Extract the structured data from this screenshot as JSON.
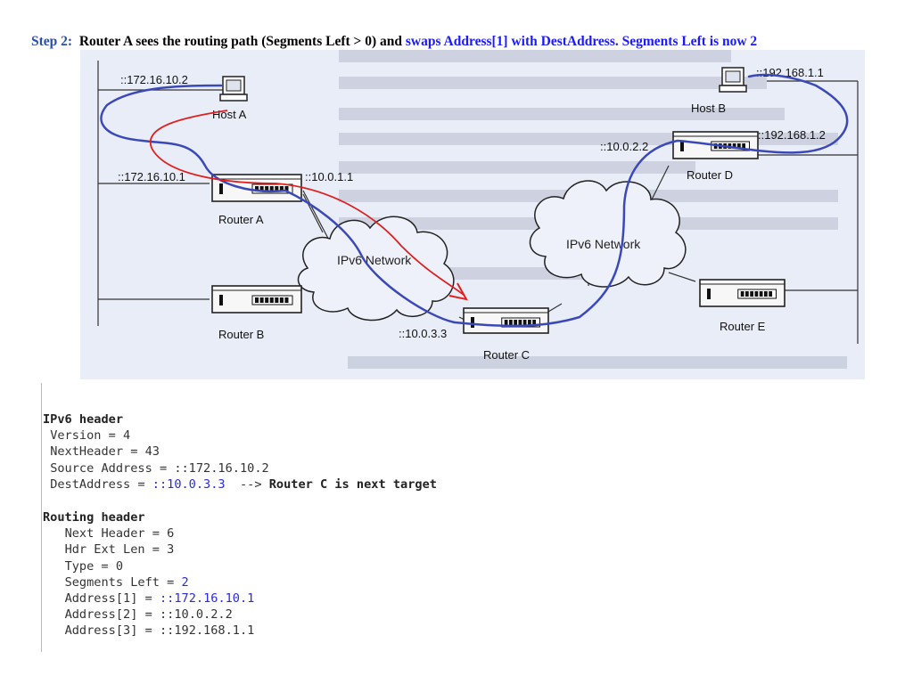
{
  "title": {
    "step": "Step 2:",
    "text": "Router  A  sees the routing path (Segments Left > 0)  and",
    "highlight": "swaps Address[1] with DestAddress. Segments Left is now 2"
  },
  "diagram": {
    "hosts": [
      {
        "name": "Host A",
        "address": "::172.16.10.2"
      },
      {
        "name": "Host B",
        "address": "::192.168.1.1"
      }
    ],
    "routers": [
      {
        "name": "Router A",
        "addresses": [
          "::172.16.10.1",
          "::10.0.1.1"
        ]
      },
      {
        "name": "Router B",
        "addresses": []
      },
      {
        "name": "Router C",
        "addresses": [
          "::10.0.3.3"
        ]
      },
      {
        "name": "Router D",
        "addresses": [
          "::10.0.2.2",
          "::192.168.1.2"
        ]
      },
      {
        "name": "Router E",
        "addresses": []
      }
    ],
    "clouds": [
      "IPv6 Network",
      "IPv6 Network"
    ],
    "colors": {
      "routing_path": "#3b49b8",
      "next_hop_arrow": "#e02020",
      "page_bg": "#e9edf7"
    }
  },
  "ipv6_header": {
    "title": "IPv6 header",
    "version": "Version = 4",
    "next_header": "NextHeader = 43",
    "source": "Source Address = ::172.16.10.2",
    "dest_label": "DestAddress = ",
    "dest_value": "::10.0.3.3",
    "dest_arrow": "  -->",
    "dest_note": " Router C is next target"
  },
  "routing_header": {
    "title": "Routing header",
    "next_header": "Next Header = 6",
    "hdr_ext_len": "Hdr Ext Len = 3",
    "type": "Type = 0",
    "segments_label": "Segments Left = ",
    "segments_value": "2",
    "addr1_label": "Address[1] = ",
    "addr1_value": "::172.16.10.1",
    "addr2": "Address[2] = ::10.0.2.2",
    "addr3": "Address[3] = ::192.168.1.1"
  }
}
